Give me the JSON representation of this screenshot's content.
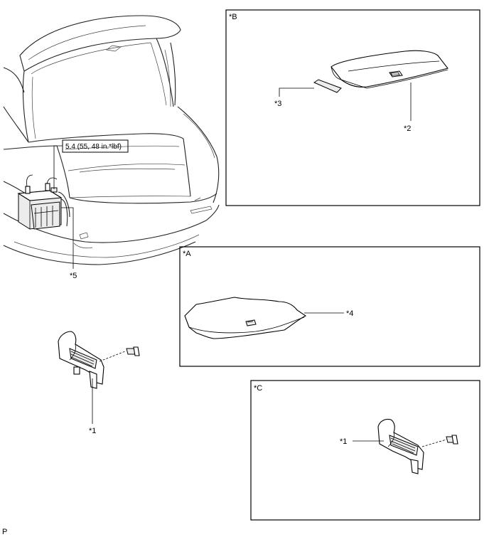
{
  "panels": {
    "b": {
      "title": "*B"
    },
    "a": {
      "title": "*A"
    },
    "c": {
      "title": "*C"
    }
  },
  "callouts": {
    "torque_spec": "5.4 (55, 48 in.*lbf)",
    "item5": "*5",
    "item1_main": "*1",
    "item2": "*2",
    "item3": "*3",
    "item4": "*4",
    "item1_c": "*1"
  },
  "footer": {
    "code": "P"
  }
}
